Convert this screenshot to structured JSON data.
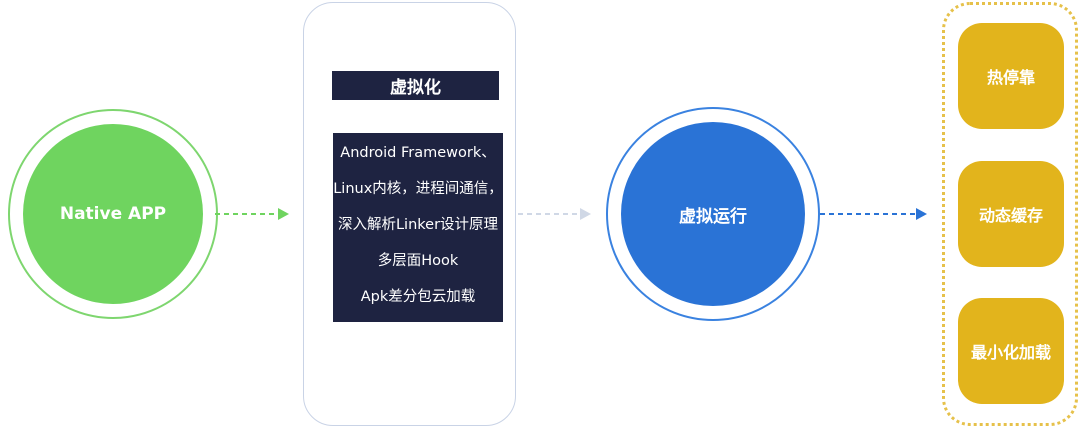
{
  "source": {
    "label": "Native APP",
    "color": "#6fd45f"
  },
  "virtualization": {
    "title": "虚拟化",
    "items": [
      "Android Framework、",
      "Linux内核，进程间通信，",
      "深入解析Linker设计原理",
      "多层面Hook",
      "Apk差分包云加载"
    ]
  },
  "runtime": {
    "label": "虚拟运行",
    "color": "#2a73d6"
  },
  "features": {
    "items": [
      "热停靠",
      "动态缓存",
      "最小化加载"
    ],
    "color": "#e2b41c"
  }
}
